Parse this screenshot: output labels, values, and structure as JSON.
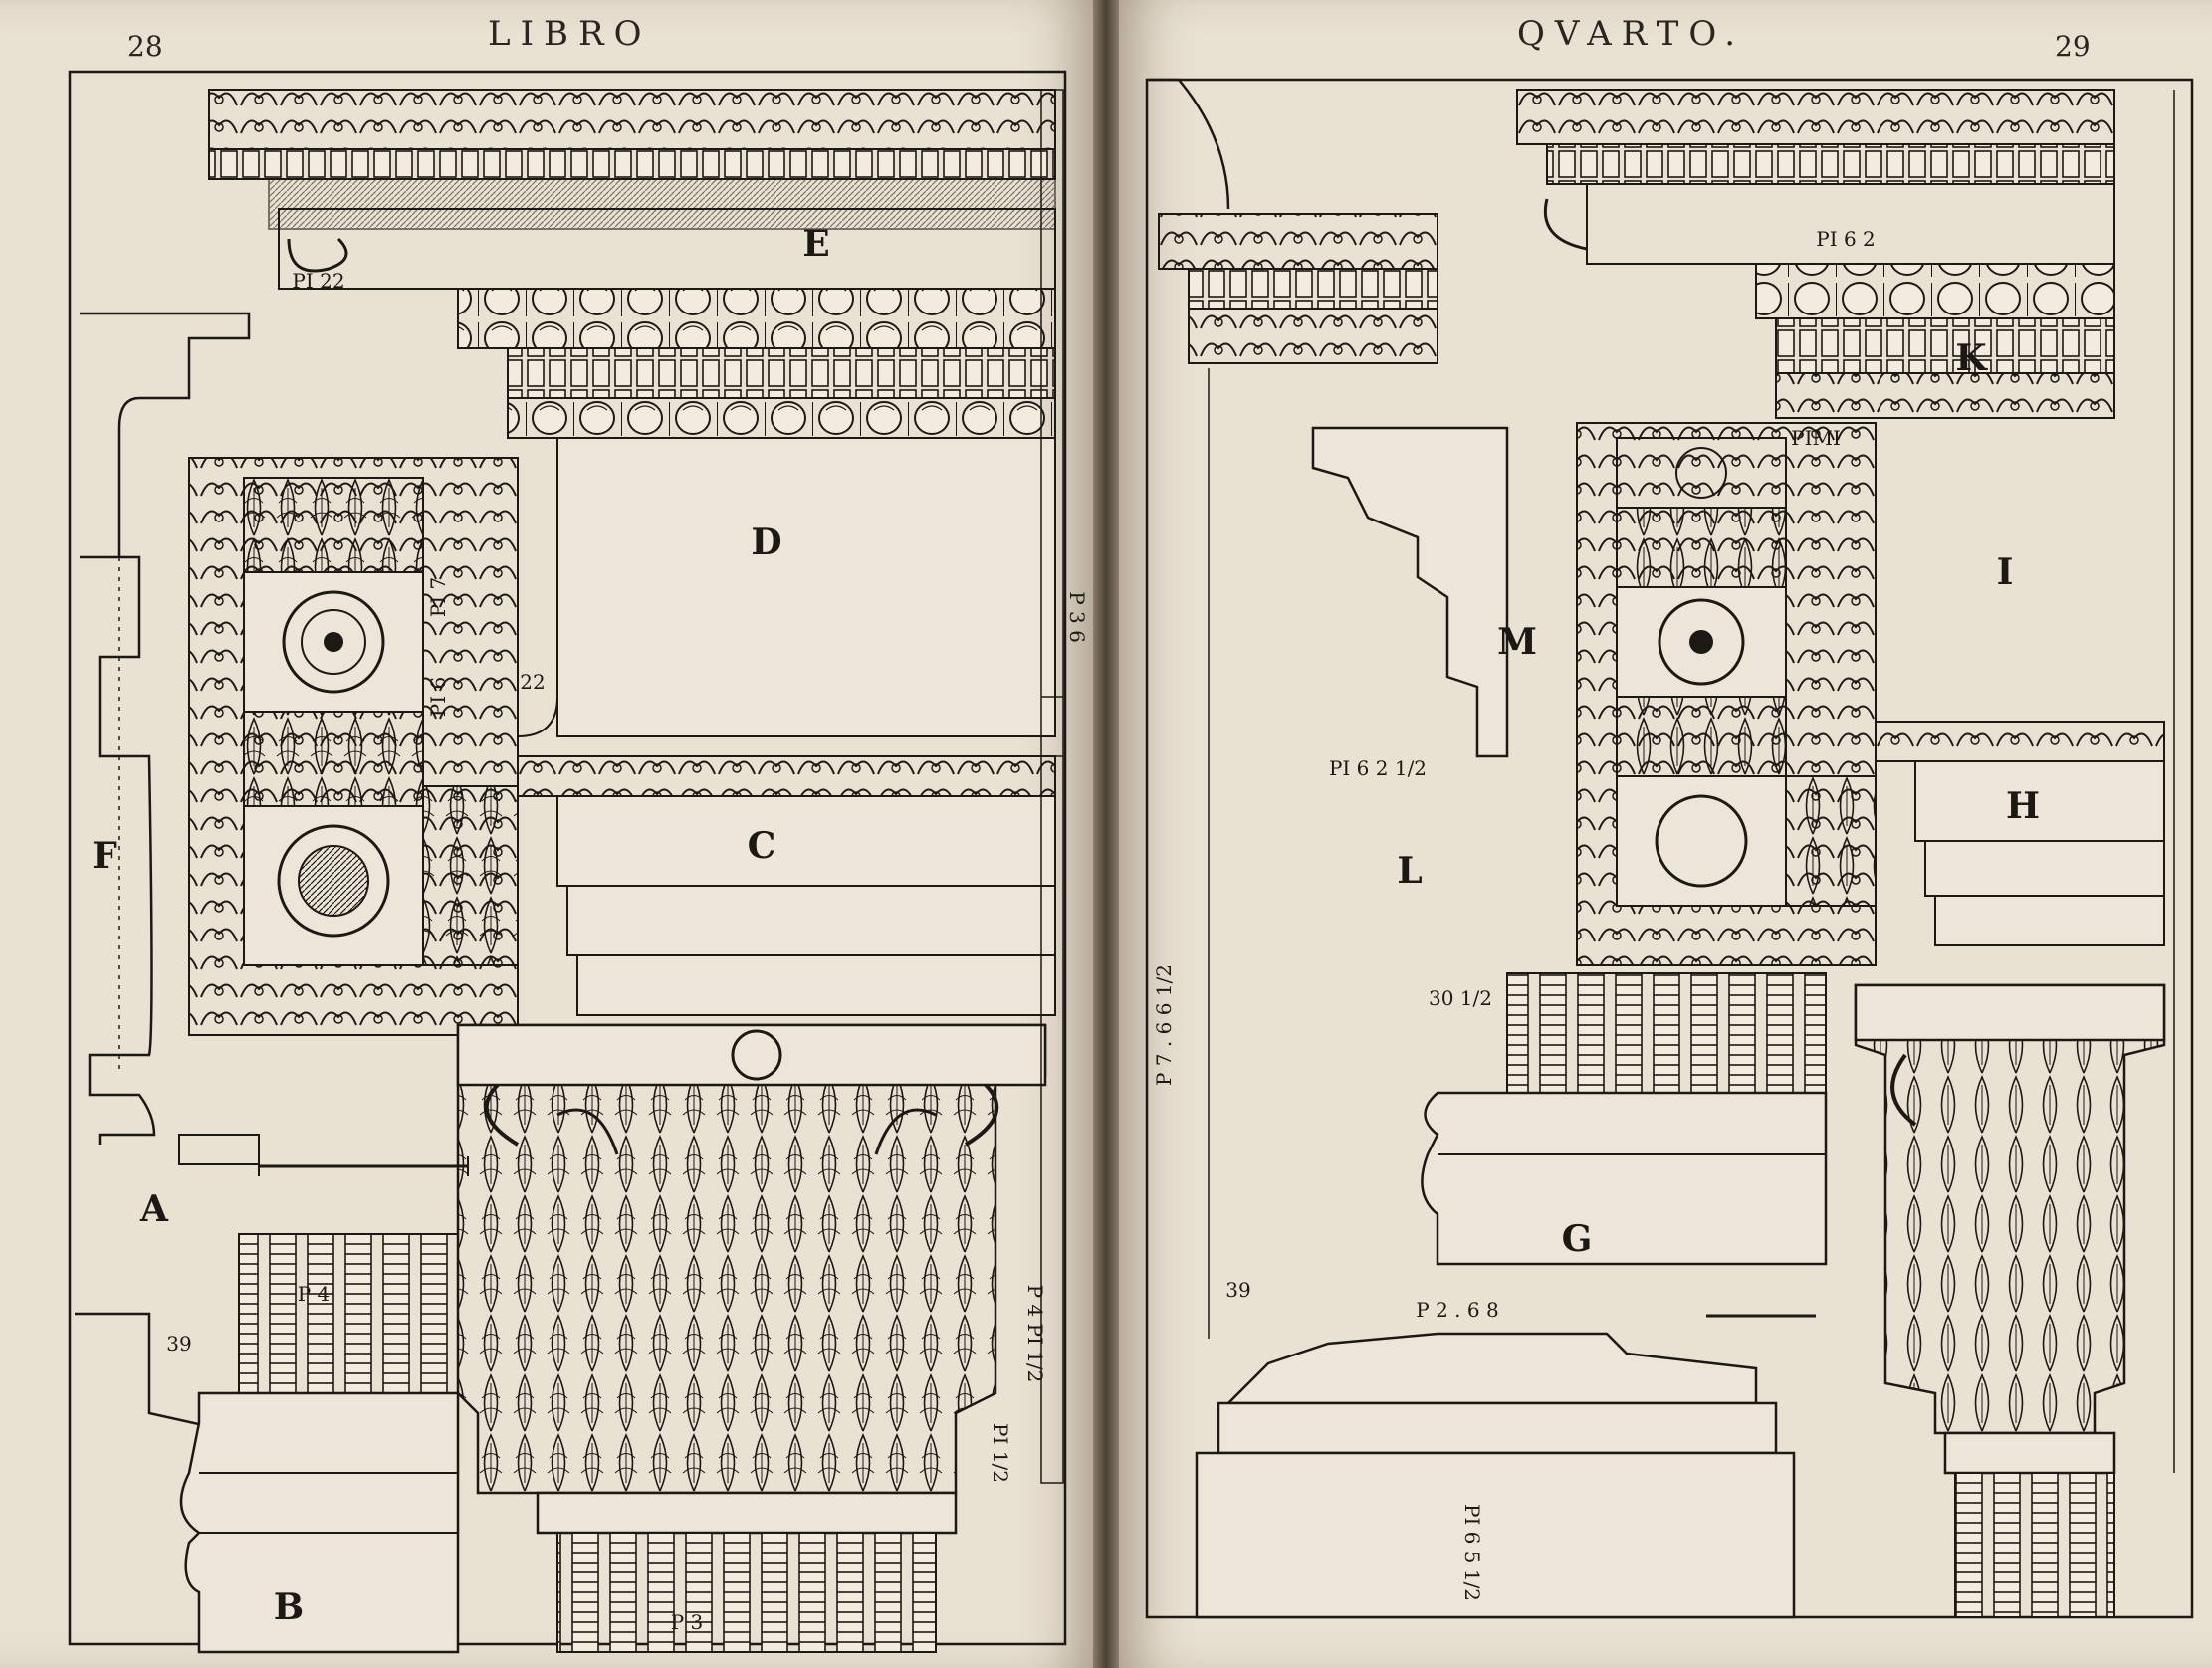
{
  "left_page": {
    "folio": "28",
    "running_head": "LIBRO",
    "letters": [
      {
        "id": "A",
        "text": "A"
      },
      {
        "id": "B",
        "text": "B"
      },
      {
        "id": "C",
        "text": "C"
      },
      {
        "id": "D",
        "text": "D"
      },
      {
        "id": "E",
        "text": "E"
      },
      {
        "id": "F",
        "text": "F"
      }
    ],
    "notes": {
      "cornice_pi": "PI 22",
      "frieze_pi": "PI 7",
      "frieze_pi2": "PI 6",
      "shaft_pi": "P 4",
      "capital_pi": "PI 1/2",
      "capital_pi2": "P 4 PI 1/2",
      "base_p": "P 3",
      "shaft_d": "P 3 6",
      "n22": "22",
      "n39": "39"
    }
  },
  "right_page": {
    "folio": "29",
    "running_head": "QVARTO.",
    "letters": [
      {
        "id": "G",
        "text": "G"
      },
      {
        "id": "H",
        "text": "H"
      },
      {
        "id": "I",
        "text": "I"
      },
      {
        "id": "K",
        "text": "K"
      },
      {
        "id": "L",
        "text": "L"
      },
      {
        "id": "M",
        "text": "M"
      }
    ],
    "notes": {
      "cornice_pi": "PI 6 2",
      "m_pi": "PI 6 2 1/2",
      "g_pi": "P 2 . 6 8",
      "l_height": "P 7 . 6 6 1/2",
      "base_pi": "PI 6 5 1/2",
      "pimi": "PIMI",
      "n39": "39",
      "n30": "30 1/2"
    }
  },
  "colors": {
    "paper": "#e9e1d2",
    "ink": "#1c1814",
    "shade": "#6b6255"
  }
}
